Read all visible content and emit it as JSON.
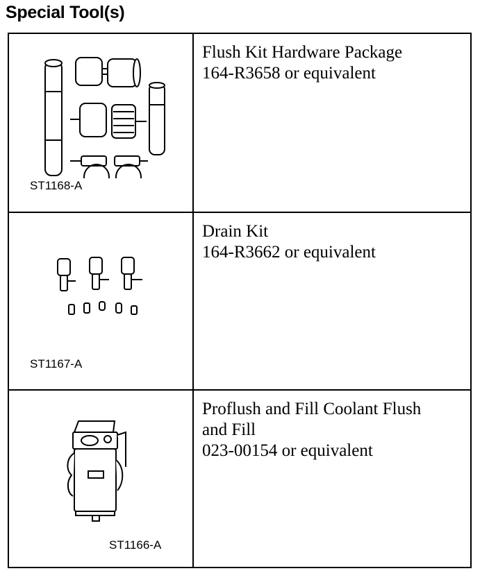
{
  "heading": "Special Tool(s)",
  "tools": [
    {
      "caption": "ST1168-A",
      "lines": [
        "Flush Kit Hardware Package",
        "164-R3658 or equivalent"
      ],
      "icon": "hose-coupler-kit-icon"
    },
    {
      "caption": "ST1167-A",
      "lines": [
        "Drain Kit",
        "164-R3662 or equivalent"
      ],
      "icon": "drain-fittings-icon"
    },
    {
      "caption": "ST1166-A",
      "lines": [
        "Proflush and Fill Coolant Flush",
        "and Fill",
        "023-00154 or equivalent"
      ],
      "icon": "coolant-flush-machine-icon"
    }
  ]
}
